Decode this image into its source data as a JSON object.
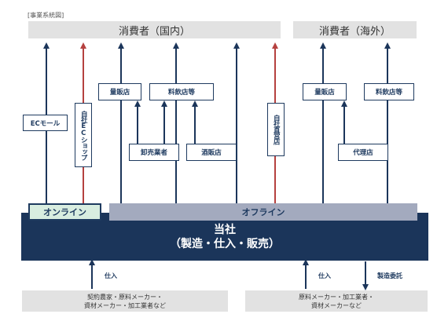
{
  "caption": "[事業系統図]",
  "consumers_domestic": "消費者（国内）",
  "consumers_overseas": "消費者（海外）",
  "boxes": {
    "ec_mall": "ECモール",
    "own_ec_shop": "自社ECショップ",
    "mass_retailer_1": "量販店",
    "restaurants_1": "料飲店等",
    "wholesaler": "卸売業者",
    "liquor_store": "酒販店",
    "own_direct_store": "自社直営店",
    "mass_retailer_2": "量販店",
    "restaurants_2": "料飲店等",
    "agency": "代理店"
  },
  "channels": {
    "online": "オンライン",
    "offline": "オフライン"
  },
  "company": {
    "name": "当社",
    "roles": "（製造・仕入・販売）"
  },
  "flows": {
    "purchase_1": "仕入",
    "purchase_2": "仕入",
    "outsourcing": "製造委託"
  },
  "suppliers_domestic": {
    "line1": "契約農家・原料メーカー・",
    "line2": "資材メーカー・加工業者など"
  },
  "suppliers_overseas": {
    "line1": "原料メーカー・加工業者・",
    "line2": "資材メーカーなど"
  },
  "colors": {
    "navy": "#1b355a",
    "red": "#b5413f",
    "grey": "#e2e2e2",
    "online_fill": "#d8ede0",
    "offline_fill": "#a3aabe"
  }
}
